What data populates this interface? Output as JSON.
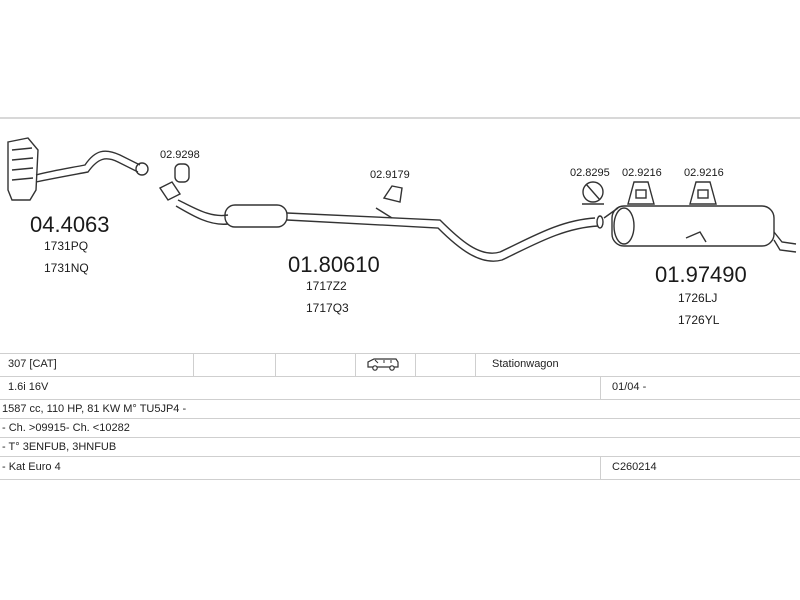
{
  "parts": [
    {
      "number": "04.4063",
      "refs": [
        "1731PQ",
        "1731NQ"
      ]
    },
    {
      "number": "01.80610",
      "refs": [
        "1717Z2",
        "1717Q3"
      ]
    },
    {
      "number": "01.97490",
      "refs": [
        "1726LJ",
        "1726YL"
      ]
    }
  ],
  "small_parts": [
    "02.9298",
    "02.9179",
    "02.8295",
    "02.9216",
    "02.9216"
  ],
  "info": {
    "model": "307  [CAT]",
    "body_type": "Stationwagon",
    "engine": "1.6i 16V",
    "date": "01/04 -",
    "engine_details": "1587 cc, 110 HP, 81 KW M° TU5JP4 -",
    "chassis": "- Ch. >09915- Ch. <10282",
    "type_codes": "- T° 3ENFUB, 3HNFUB",
    "emission": "- Kat Euro 4",
    "code": "C260214"
  },
  "icons": {
    "vehicle": "station-wagon-icon"
  }
}
